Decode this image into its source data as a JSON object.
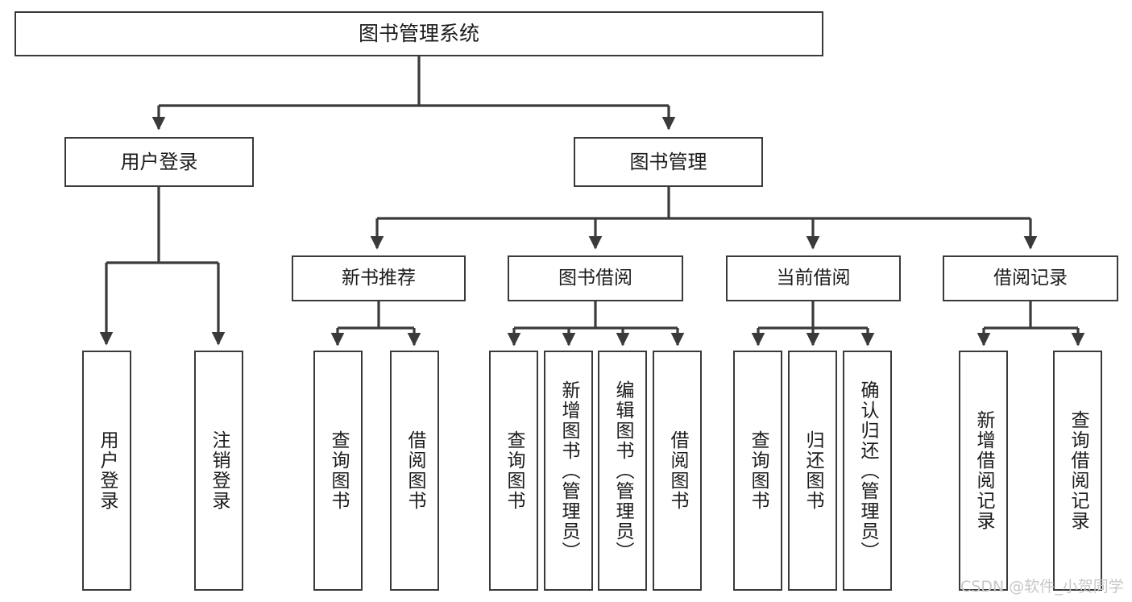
{
  "diagram": {
    "title": "图书管理系统",
    "type": "tree",
    "orientation": "top-down",
    "colors": {
      "background": "#ffffff",
      "node_border": "#3a3a3a",
      "node_fill": "#ffffff",
      "edge": "#3a3a3a",
      "text": "#1b1b1b",
      "watermark": "#c7c7c7"
    },
    "nodes": {
      "root": {
        "label": "图书管理系统"
      },
      "level2": [
        {
          "id": "user-login",
          "label": "用户登录"
        },
        {
          "id": "book-manage",
          "label": "图书管理"
        }
      ],
      "level3": [
        {
          "id": "new-book-recommend",
          "label": "新书推荐"
        },
        {
          "id": "book-borrow",
          "label": "图书借阅"
        },
        {
          "id": "current-borrow",
          "label": "当前借阅"
        },
        {
          "id": "borrow-record",
          "label": "借阅记录"
        }
      ],
      "leaves": {
        "user_login": [
          {
            "id": "leaf-user-login",
            "label": "用户登录"
          },
          {
            "id": "leaf-logout",
            "label": "注销登录"
          }
        ],
        "new_book_recommend": [
          {
            "id": "leaf-query-book-1",
            "label": "查询图书"
          },
          {
            "id": "leaf-borrow-book-1",
            "label": "借阅图书"
          }
        ],
        "book_borrow": [
          {
            "id": "leaf-query-book-2",
            "label": "查询图书"
          },
          {
            "id": "leaf-add-book",
            "label": "新增图书（管理员）"
          },
          {
            "id": "leaf-edit-book",
            "label": "编辑图书（管理员）"
          },
          {
            "id": "leaf-borrow-book-2",
            "label": "借阅图书"
          }
        ],
        "current_borrow": [
          {
            "id": "leaf-query-book-3",
            "label": "查询图书"
          },
          {
            "id": "leaf-return-book",
            "label": "归还图书"
          },
          {
            "id": "leaf-confirm-return",
            "label": "确认归还（管理员）"
          }
        ],
        "borrow_record": [
          {
            "id": "leaf-add-record",
            "label": "新增借阅记录"
          },
          {
            "id": "leaf-query-record",
            "label": "查询借阅记录"
          }
        ]
      }
    }
  },
  "watermark": {
    "text": "CSDN @软件_小贺同学"
  }
}
